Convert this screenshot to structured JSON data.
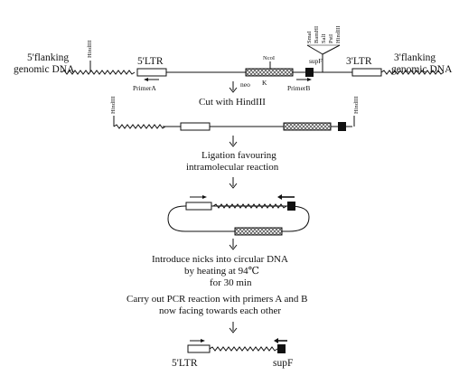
{
  "labels": {
    "flank5_line1": "5'flanking",
    "flank5_line2": "genomic DNA",
    "flank3_line1": "3'flanking",
    "flank3_line2": "genomic DNA",
    "ltr5": "5'LTR",
    "ltr3": "3'LTR",
    "neo": "neo",
    "ncoi": "NcoI",
    "k": "K",
    "supf": "supF",
    "primerA": "PrimerA",
    "primerB": "PrimerB",
    "hindiii": "HindIII",
    "final_ltr5": "5'LTR",
    "final_supf": "supF"
  },
  "polylinker_sites": [
    "SmaI",
    "BamHI",
    "SalI",
    "PstI",
    "HindIII"
  ],
  "steps": {
    "cut": "Cut with HindIII",
    "ligation_1": "Ligation favouring",
    "ligation_2": "intramolecular reaction",
    "nicks_1": "Introduce nicks into circular DNA",
    "nicks_2": "by heating at 94℃",
    "nicks_3": "for 30 min",
    "pcr_1": "Carry out PCR reaction with primers A and B",
    "pcr_2": "now facing towards each other"
  },
  "colors": {
    "ink": "#111111",
    "hatch": "#555555",
    "background": "#ffffff"
  }
}
